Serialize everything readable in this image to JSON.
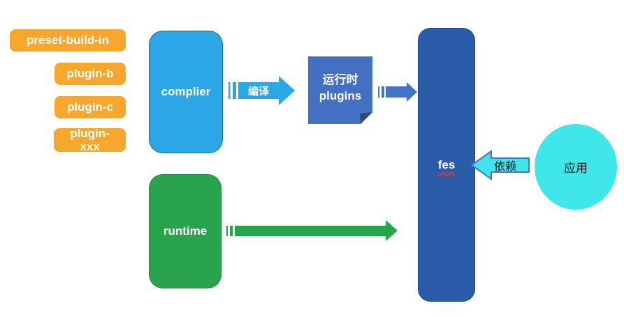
{
  "diagram": {
    "background_color": "#ffffff",
    "plugin_badges": {
      "color": "#F7A72B",
      "items": [
        {
          "label": "preset-build-in"
        },
        {
          "label": "plugin-b"
        },
        {
          "label": "plugin-c"
        },
        {
          "label": "plugin-xxx"
        }
      ]
    },
    "compiler": {
      "label": "complier",
      "color": "#2BA7E8"
    },
    "compile_arrow": {
      "label": "编译",
      "color": "#2BA7E8",
      "style": "striped-right-arrow"
    },
    "runtime_plugins_note": {
      "line1": "运行时",
      "line2": "plugins",
      "color": "#4470C2",
      "fold_color": "#2B4A86"
    },
    "plugins_to_fes_arrow": {
      "color": "#4573C5",
      "style": "striped-right-arrow"
    },
    "fes": {
      "label": "fes",
      "color": "#2B5CA9",
      "spellcheck_underline_color": "#e0352b"
    },
    "runtime": {
      "label": "runtime",
      "color": "#2AA44C"
    },
    "runtime_to_fes_arrow": {
      "color": "#27A54A",
      "style": "striped-right-arrow"
    },
    "depends_arrow": {
      "label": "依赖",
      "fill": "#40E5E9",
      "stroke": "#4377C0",
      "direction": "left"
    },
    "app": {
      "label": "应用",
      "color": "#3FE7EA"
    }
  }
}
